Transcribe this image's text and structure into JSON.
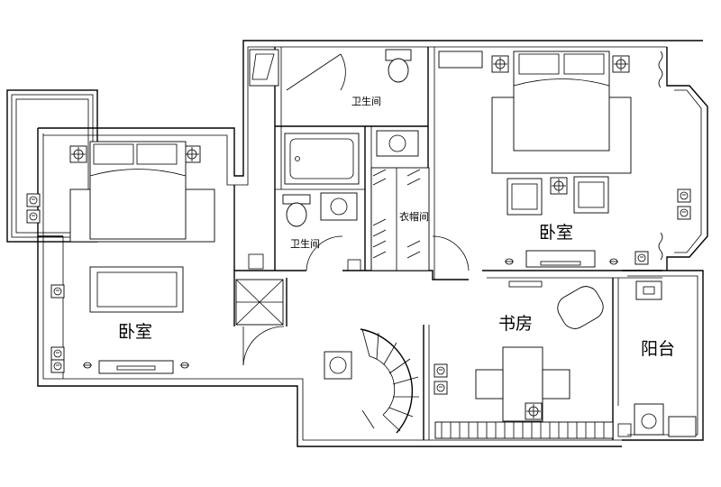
{
  "rooms": {
    "bathroom_top": "卫生间",
    "bathroom_mid": "卫生间",
    "closet": "衣帽间",
    "bedroom_right": "卧室",
    "bedroom_left": "卧室",
    "study": "书房",
    "balcony": "阳台"
  },
  "icons": [
    "lamp-icon",
    "outlet-icon",
    "toilet-icon",
    "basin-icon",
    "bathtub-icon",
    "bed-icon",
    "armchair-icon",
    "spiral-stair-icon",
    "desk-icon",
    "washing-machine-icon",
    "door-swing-icon"
  ]
}
